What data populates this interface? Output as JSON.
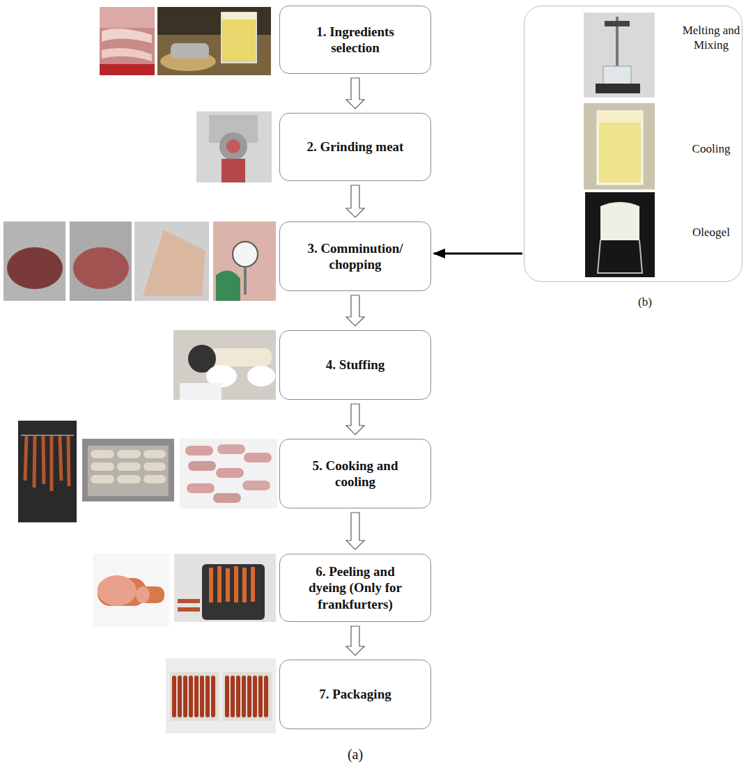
{
  "diagram": {
    "nodes": [
      {
        "text": [
          "1. Ingredients selection"
        ]
      },
      {
        "text": [
          "2. Grinding meat"
        ]
      },
      {
        "text": [
          "3. Comminution/ chopping"
        ]
      },
      {
        "text": [
          "4. Stuffing"
        ]
      },
      {
        "text": [
          "5. Cooking and cooling"
        ]
      },
      {
        "text": [
          "6. Peeling and dyeing (Only for frankfurters)"
        ]
      },
      {
        "text": [
          "7. Packaging"
        ]
      },
      {
        "text": [
          "Melting and Mixing",
          "Cooling",
          "Oleogel",
          "(b)"
        ]
      }
    ],
    "edges": [
      {
        "from": 0,
        "to": 1,
        "arrow": "to"
      },
      {
        "from": 1,
        "to": 2,
        "arrow": "to"
      },
      {
        "from": 2,
        "to": 3,
        "arrow": "to"
      },
      {
        "from": 3,
        "to": 4,
        "arrow": "to"
      },
      {
        "from": 4,
        "to": 5,
        "arrow": "to"
      },
      {
        "from": 5,
        "to": 6,
        "arrow": "to"
      },
      {
        "from": 7,
        "to": 2,
        "arrow": "to"
      }
    ],
    "labels": [
      "(a)"
    ]
  }
}
